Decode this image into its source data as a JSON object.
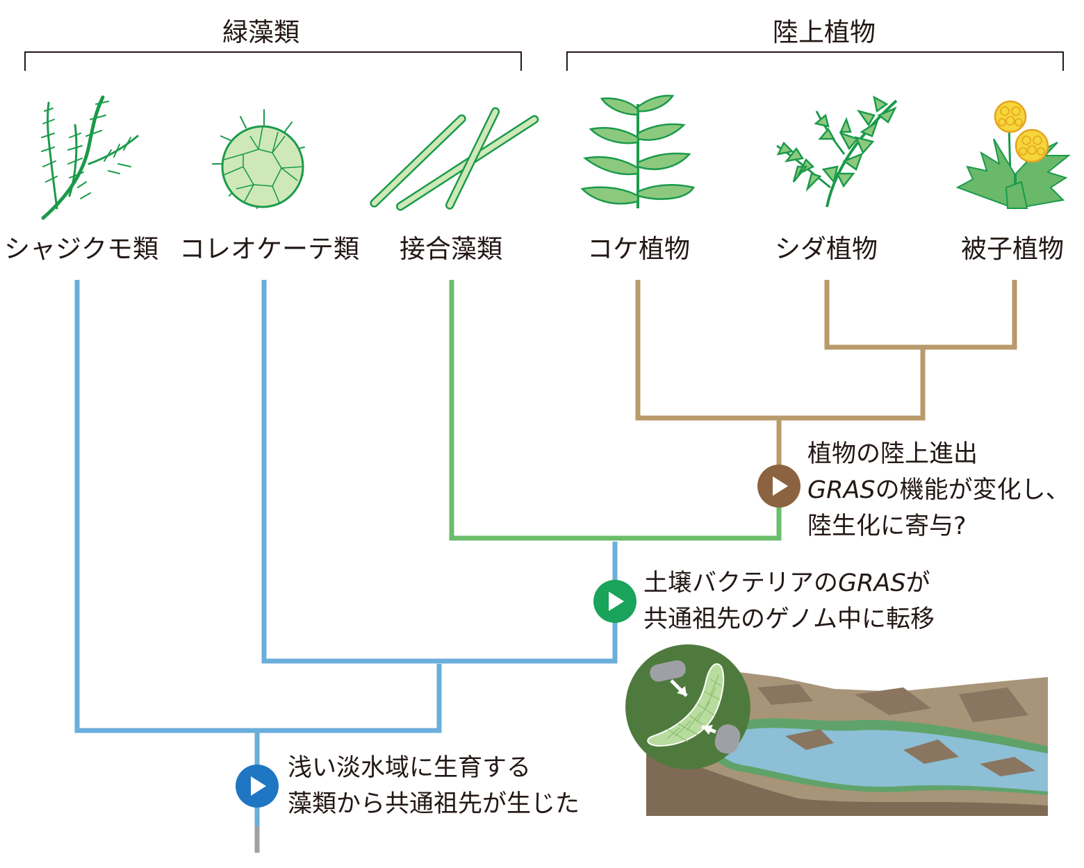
{
  "groups": {
    "green_algae": "緑藻類",
    "land_plants": "陸上植物"
  },
  "taxa": [
    {
      "label": "シャジクモ類",
      "icon": "charophyte-stonewort-icon"
    },
    {
      "label": "コレオケーテ類",
      "icon": "coleochaete-disc-icon"
    },
    {
      "label": "接合藻類",
      "icon": "filamentous-algae-icon"
    },
    {
      "label": "コケ植物",
      "icon": "moss-icon"
    },
    {
      "label": "シダ植物",
      "icon": "fern-icon"
    },
    {
      "label": "被子植物",
      "icon": "dandelion-flower-icon"
    }
  ],
  "events": {
    "origin": {
      "line1": "浅い淡水域に生育する",
      "line2": "藻類から共通祖先が生じた",
      "icon": "play-icon"
    },
    "hgt": {
      "line1_pre": "土壌バクテリアの",
      "line1_gras": "GRAS",
      "line1_post": "が",
      "line2": "共通祖先のゲノム中に転移",
      "icon": "play-icon"
    },
    "land": {
      "line1": "植物の陸上進出",
      "line2_gras": "GRAS",
      "line2_post": "の機能が変化し、",
      "line3": "陸生化に寄与?",
      "icon": "play-icon"
    }
  },
  "colors": {
    "algae_branch": "#6aaedc",
    "streptophyte_branch": "#6bbd6b",
    "land_branch": "#b89a6b",
    "root": "#a0a0a0",
    "marker_origin": "#1f76c2",
    "marker_hgt": "#1aa35a",
    "marker_land": "#8b6340"
  }
}
